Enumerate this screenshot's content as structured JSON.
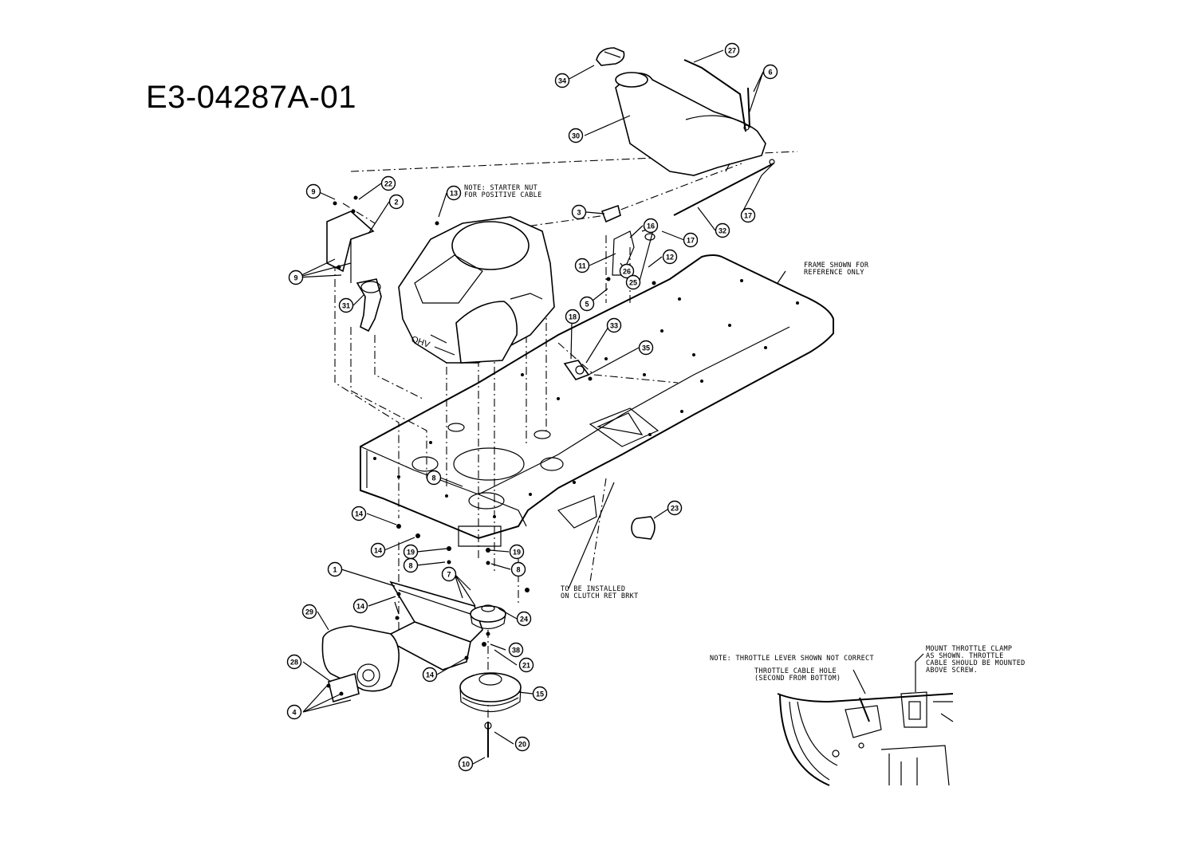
{
  "title": "E3-04287A-01",
  "notes": {
    "starter_nut": "NOTE: STARTER NUT\nFOR POSITIVE CABLE",
    "frame_ref": "FRAME SHOWN FOR\nREFERENCE ONLY",
    "clutch_brkt": "TO BE INSTALLED\nON CLUTCH RET BRKT",
    "throttle_lever": "NOTE: THROTTLE LEVER SHOWN NOT CORRECT",
    "throttle_hole": "THROTTLE CABLE HOLE\n(SECOND FROM BOTTOM)",
    "mount_clamp": "MOUNT THROTTLE CLAMP\nAS SHOWN. THROTTLE\nCABLE SHOULD BE MOUNTED\nABOVE SCREW."
  },
  "engine_label": "OHV",
  "callouts": [
    "34",
    "27",
    "6",
    "30",
    "9",
    "22",
    "2",
    "13",
    "3",
    "16",
    "17",
    "32",
    "17",
    "9",
    "31",
    "11",
    "12",
    "26",
    "25",
    "5",
    "18",
    "33",
    "35",
    "8",
    "23",
    "14",
    "14",
    "19",
    "8",
    "19",
    "8",
    "1",
    "7",
    "29",
    "14",
    "24",
    "28",
    "4",
    "38",
    "21",
    "14",
    "15",
    "10",
    "20"
  ]
}
